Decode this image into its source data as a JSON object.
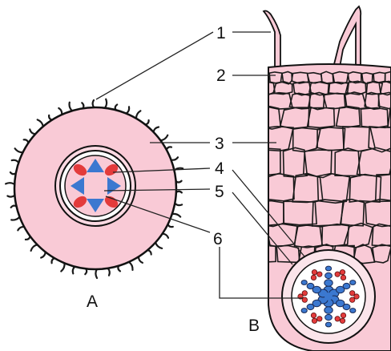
{
  "diagram": {
    "callouts": [
      {
        "id": "1",
        "text": "1"
      },
      {
        "id": "2",
        "text": "2"
      },
      {
        "id": "3",
        "text": "3"
      },
      {
        "id": "4",
        "text": "4"
      },
      {
        "id": "5",
        "text": "5"
      },
      {
        "id": "6",
        "text": "6"
      }
    ],
    "panels": {
      "a": {
        "label": "A"
      },
      "b": {
        "label": "B"
      }
    },
    "colors": {
      "cortex": "#f9cad6",
      "cortex_light": "#fbd9e2",
      "cell_wall": "#1a1a1a",
      "xylem": "#3b78d0",
      "phloem": "#e33b3b",
      "leader": "#222222",
      "background": "#ffffff"
    }
  }
}
